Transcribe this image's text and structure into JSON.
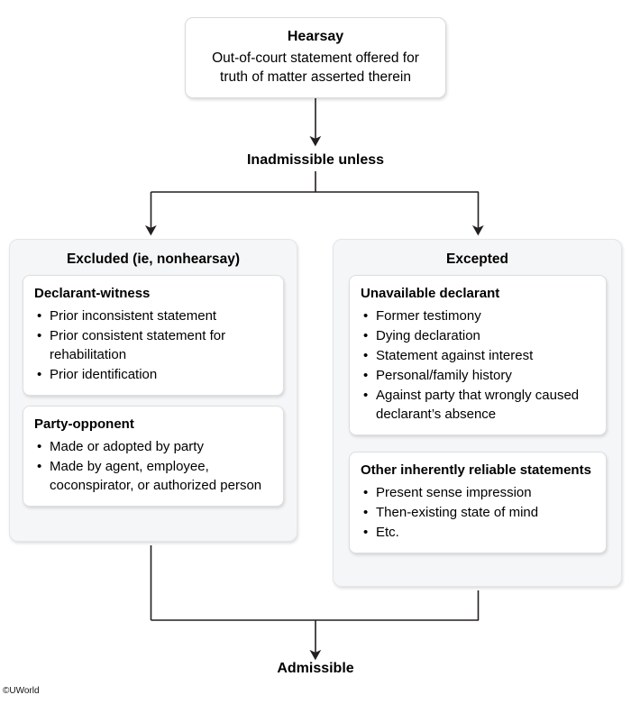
{
  "diagram": {
    "title": "Hearsay",
    "top_node": {
      "heading": "Hearsay",
      "description": "Out-of-court statement offered for truth of matter asserted therein"
    },
    "mid_label": "Inadmissible unless",
    "bottom_label": "Admissible",
    "branches": [
      {
        "title": "Excluded (ie, nonhearsay)",
        "cards": [
          {
            "title": "Declarant-witness",
            "items": [
              "Prior inconsistent statement",
              "Prior consistent statement for rehabilitation",
              "Prior identification"
            ]
          },
          {
            "title": "Party-opponent",
            "items": [
              "Made or adopted by party",
              "Made by agent, employee, coconspirator, or authorized person"
            ]
          }
        ]
      },
      {
        "title": "Excepted",
        "cards": [
          {
            "title": "Unavailable declarant",
            "items": [
              "Former testimony",
              "Dying declaration",
              "Statement against interest",
              "Personal/family history",
              "Against party that wrongly caused declarant’s absence"
            ]
          },
          {
            "title": "Other inherently reliable statements",
            "items": [
              "Present sense impression",
              "Then-existing state of mind",
              "Etc."
            ]
          }
        ]
      }
    ],
    "copyright": "©UWorld",
    "colors": {
      "panel_background": "#f5f6f8",
      "card_background": "#ffffff",
      "border": "#dcdee2",
      "text": "#000000",
      "connector": "#231f20"
    }
  }
}
